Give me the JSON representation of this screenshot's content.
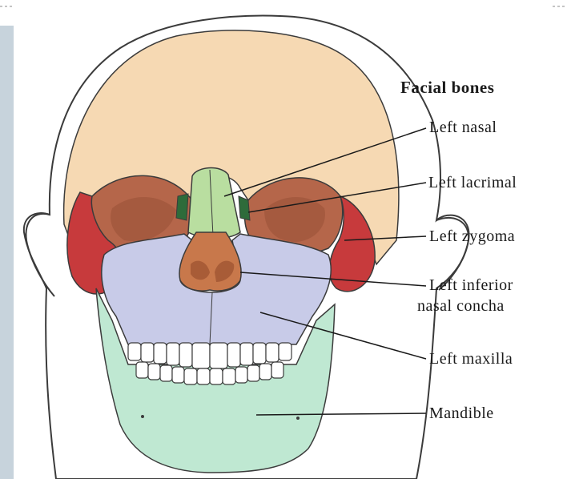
{
  "title": "Facial bones",
  "labels": {
    "left_nasal": "Left nasal",
    "left_lacrimal": "Left lacrimal",
    "left_zygoma": "Left zygoma",
    "left_inferior_nasal_concha_line1": "Left inferior",
    "left_inferior_nasal_concha_line2": "nasal concha",
    "left_maxilla": "Left maxilla",
    "mandible": "Mandible"
  },
  "colors": {
    "cranium": "#f6d9b3",
    "nasal": "#b9dea0",
    "lacrimal": "#2e6b3a",
    "zygoma": "#c73a3c",
    "maxilla": "#c8cbe8",
    "concha": "#c8784b",
    "mandible": "#bfe8d2",
    "orbit": "#b5664a",
    "side_panel": "#c7d3dc"
  }
}
